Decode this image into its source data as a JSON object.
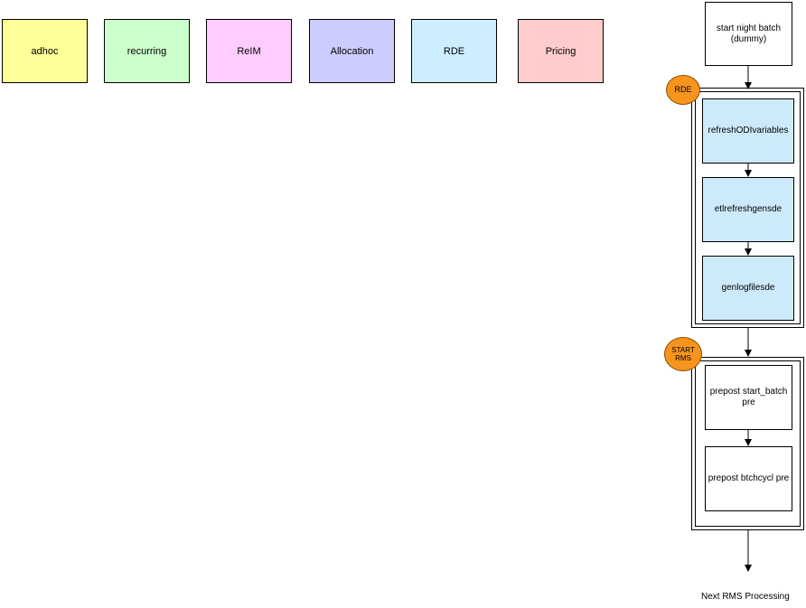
{
  "legend": [
    {
      "label": "adhoc",
      "color": "#ffff99"
    },
    {
      "label": "recurring",
      "color": "#ccffcc"
    },
    {
      "label": "ReIM",
      "color": "#ffccff"
    },
    {
      "label": "Allocation",
      "color": "#ccccff"
    },
    {
      "label": "RDE",
      "color": "#cceeff"
    },
    {
      "label": "Pricing",
      "color": "#ffcccc"
    }
  ],
  "flow": {
    "start": "start night batch (dummy)",
    "rde_group": {
      "badge": "RDE",
      "badge_color": "#f7941d",
      "jobs": [
        "refreshODIvariables",
        "etlrefreshgensde",
        "genlogfilesde"
      ]
    },
    "rms_group": {
      "badge": "START RMS",
      "jobs": [
        "prepost start_batch pre",
        "prepost btchcycl pre"
      ]
    },
    "end_label": "Next RMS Processing"
  }
}
